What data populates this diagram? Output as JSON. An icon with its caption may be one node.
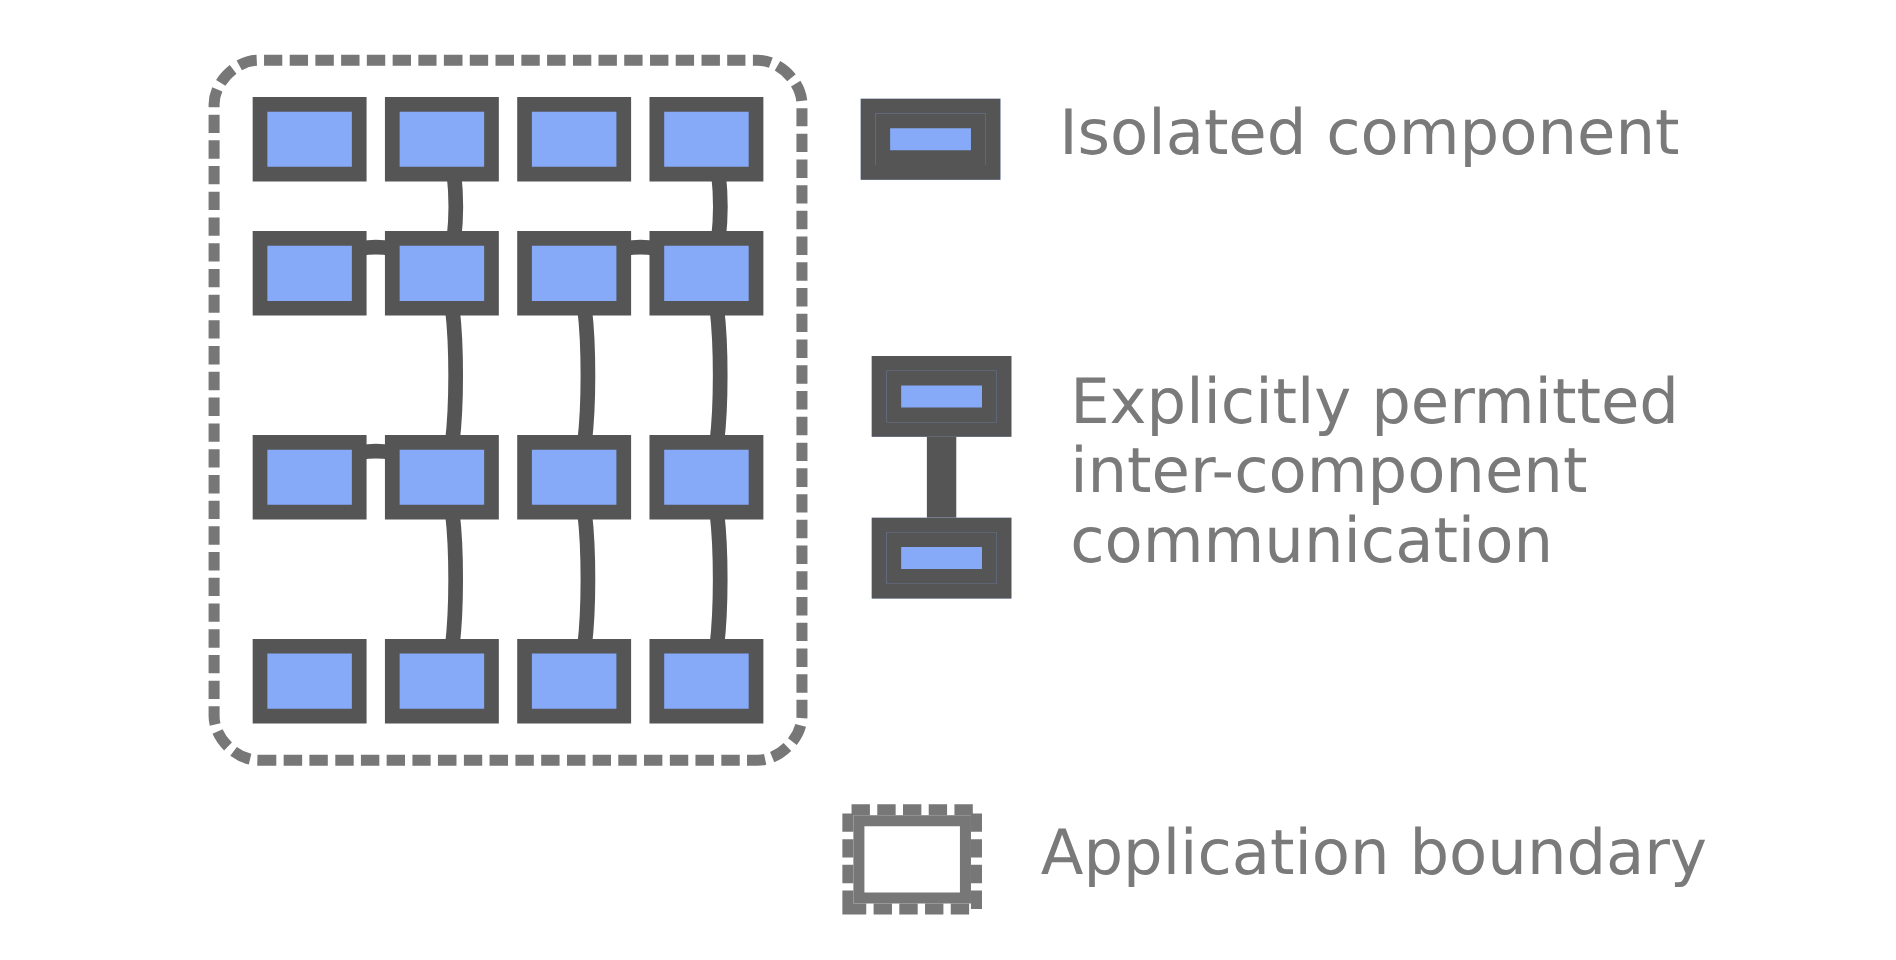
{
  "diagram": {
    "nodes": [
      {
        "text": [],
        "shape": "box"
      },
      {
        "text": [],
        "shape": "box",
        "in": 0
      },
      {
        "text": [],
        "shape": "box",
        "in": 0
      },
      {
        "text": [],
        "shape": "box",
        "in": 0
      },
      {
        "text": [],
        "shape": "box",
        "in": 0
      },
      {
        "text": [],
        "shape": "box",
        "in": 0
      },
      {
        "text": [],
        "shape": "box",
        "in": 0
      },
      {
        "text": [],
        "shape": "box",
        "in": 0
      },
      {
        "text": [],
        "shape": "box",
        "in": 0
      },
      {
        "text": [],
        "shape": "box",
        "in": 0
      },
      {
        "text": [],
        "shape": "box",
        "in": 0
      },
      {
        "text": [],
        "shape": "box",
        "in": 0
      },
      {
        "text": [],
        "shape": "box",
        "in": 0
      },
      {
        "text": [],
        "shape": "box",
        "in": 0
      },
      {
        "text": [],
        "shape": "box",
        "in": 0
      },
      {
        "text": [],
        "shape": "box",
        "in": 0
      },
      {
        "text": [],
        "shape": "box",
        "in": 0
      }
    ],
    "edges": [
      {
        "from": 2,
        "to": 6,
        "arrow": "none"
      },
      {
        "from": 4,
        "to": 8,
        "arrow": "none"
      },
      {
        "from": 5,
        "to": 6,
        "arrow": "none"
      },
      {
        "from": 7,
        "to": 8,
        "arrow": "none"
      },
      {
        "from": 6,
        "to": 10,
        "arrow": "none"
      },
      {
        "from": 7,
        "to": 11,
        "arrow": "none"
      },
      {
        "from": 8,
        "to": 12,
        "arrow": "none"
      },
      {
        "from": 9,
        "to": 10,
        "arrow": "none"
      },
      {
        "from": 10,
        "to": 14,
        "arrow": "none"
      },
      {
        "from": 11,
        "to": 15,
        "arrow": "none"
      },
      {
        "from": 12,
        "to": 16,
        "arrow": "none"
      }
    ],
    "legend": [
      {
        "text": "Isolated component"
      },
      {
        "text": "Explicitly permitted inter-component communication"
      },
      {
        "text": "Application boundary"
      }
    ]
  }
}
